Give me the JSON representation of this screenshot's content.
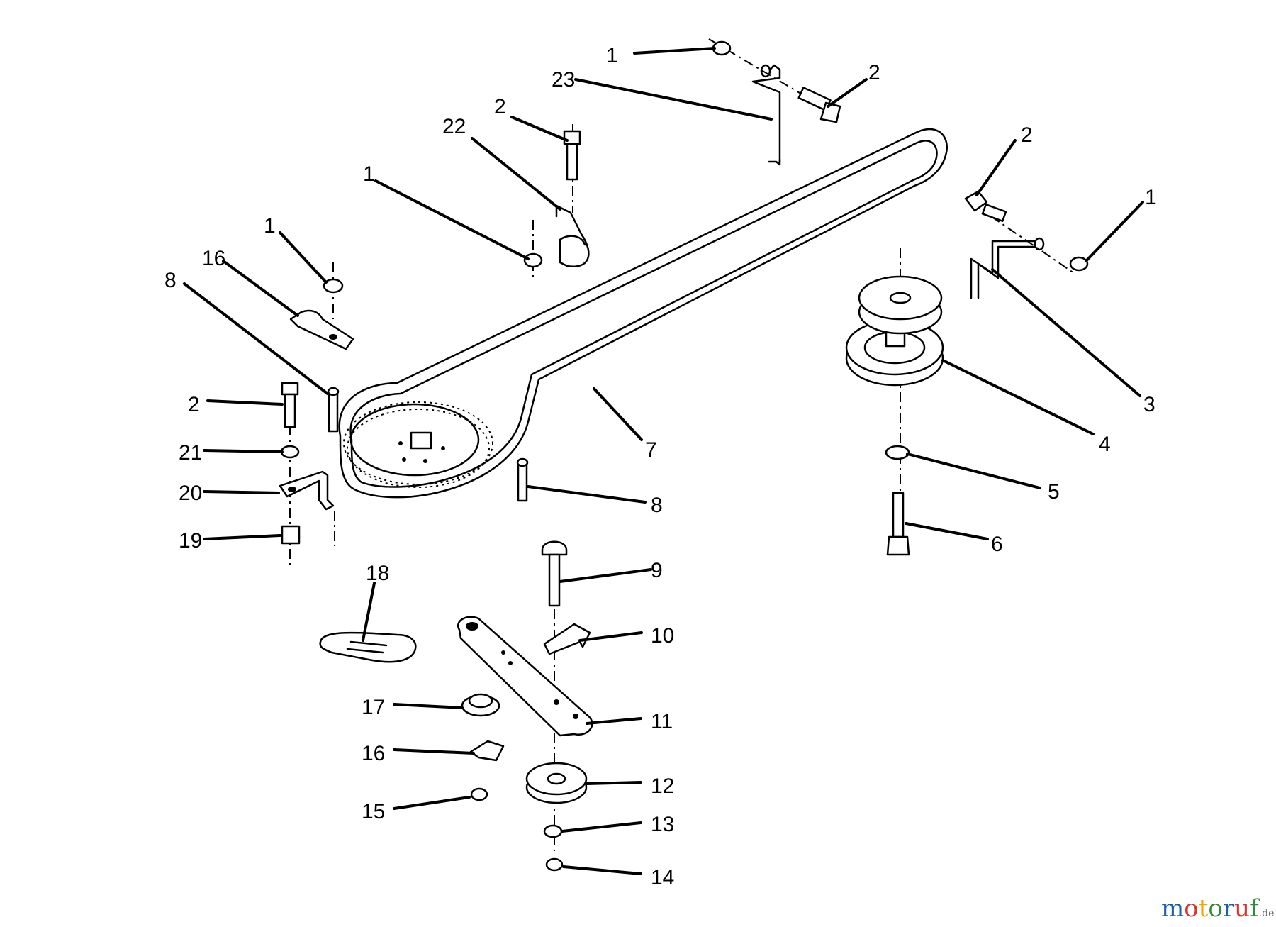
{
  "diagram": {
    "callouts": [
      "1",
      "2",
      "23",
      "2",
      "22",
      "1",
      "1",
      "16",
      "8",
      "2",
      "21",
      "20",
      "19",
      "2",
      "1",
      "3",
      "4",
      "7",
      "5",
      "8",
      "6",
      "9",
      "18",
      "10",
      "17",
      "11",
      "16",
      "12",
      "15",
      "13",
      "14"
    ]
  },
  "watermark": {
    "brand": [
      "m",
      "o",
      "t",
      "o",
      "r",
      "u",
      "f"
    ],
    "suffix": ".de",
    "colors": [
      "#1f5fa8",
      "#d9342b",
      "#f0a500",
      "#2e8b3a",
      "#1f5fa8",
      "#d9342b",
      "#2e8b3a"
    ]
  }
}
